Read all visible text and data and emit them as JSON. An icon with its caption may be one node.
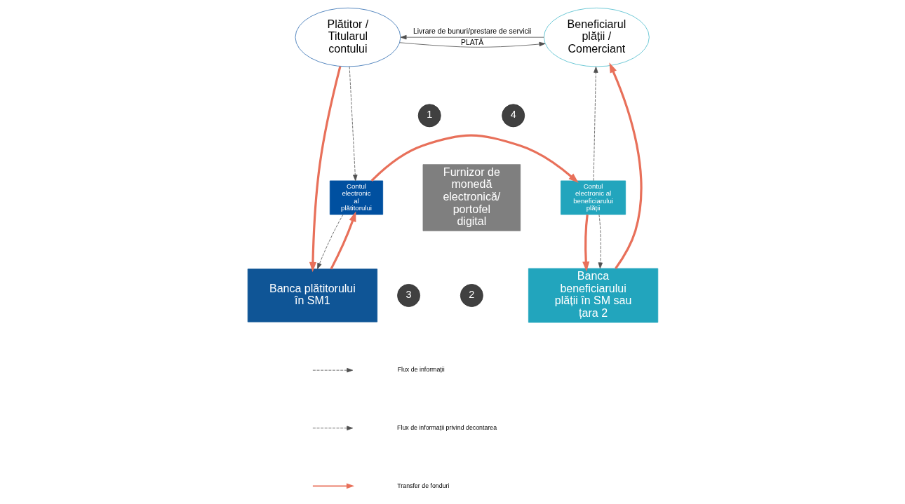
{
  "diagram": {
    "nodes": [
      {
        "text": [
          "Plătitor / Titularul contului"
        ]
      },
      {
        "text": [
          "Beneficiarul plății / Comerciant"
        ]
      },
      {
        "text": [
          "Contul electronic al plătitorului"
        ]
      },
      {
        "text": [
          "Furnizor de monedă electronică/ portofel digital"
        ]
      },
      {
        "text": [
          "Contul electronic al beneficiarului plății"
        ]
      },
      {
        "text": [
          "Banca plătitorului în SM1"
        ]
      },
      {
        "text": [
          "Banca beneficiarului plății în SM sau țara 2"
        ]
      },
      {
        "text": [
          "1"
        ]
      },
      {
        "text": [
          "2"
        ]
      },
      {
        "text": [
          "3"
        ]
      },
      {
        "text": [
          "4"
        ]
      }
    ],
    "edges": [
      {
        "from": 0,
        "to": 1,
        "arrow": "to",
        "label": "PLATĂ"
      },
      {
        "from": 1,
        "to": 0,
        "arrow": "to",
        "label": "Livrare de bunuri/prestare de servicii"
      },
      {
        "from": 0,
        "to": 2,
        "arrow": "to",
        "style": "dashed"
      },
      {
        "from": 4,
        "to": 1,
        "arrow": "to",
        "style": "dashed"
      },
      {
        "from": 0,
        "to": 5,
        "arrow": "to",
        "style": "thick",
        "color": "#e8705a"
      },
      {
        "from": 5,
        "to": 2,
        "arrow": "to",
        "style": "thick",
        "color": "#e8705a"
      },
      {
        "from": 2,
        "to": 5,
        "arrow": "to",
        "style": "dashed"
      },
      {
        "from": 2,
        "to": 4,
        "arrow": "to",
        "style": "thick",
        "color": "#e8705a"
      },
      {
        "from": 4,
        "to": 6,
        "arrow": "to",
        "style": "thick",
        "color": "#e8705a"
      },
      {
        "from": 4,
        "to": 6,
        "arrow": "to",
        "style": "dashed"
      },
      {
        "from": 6,
        "to": 1,
        "arrow": "to",
        "style": "thick",
        "color": "#e8705a"
      }
    ],
    "legend": [
      {
        "text": "Flux de informații"
      },
      {
        "text": "Flux de informații privind decontarea"
      },
      {
        "text": "Transfer de fonduri"
      }
    ]
  }
}
